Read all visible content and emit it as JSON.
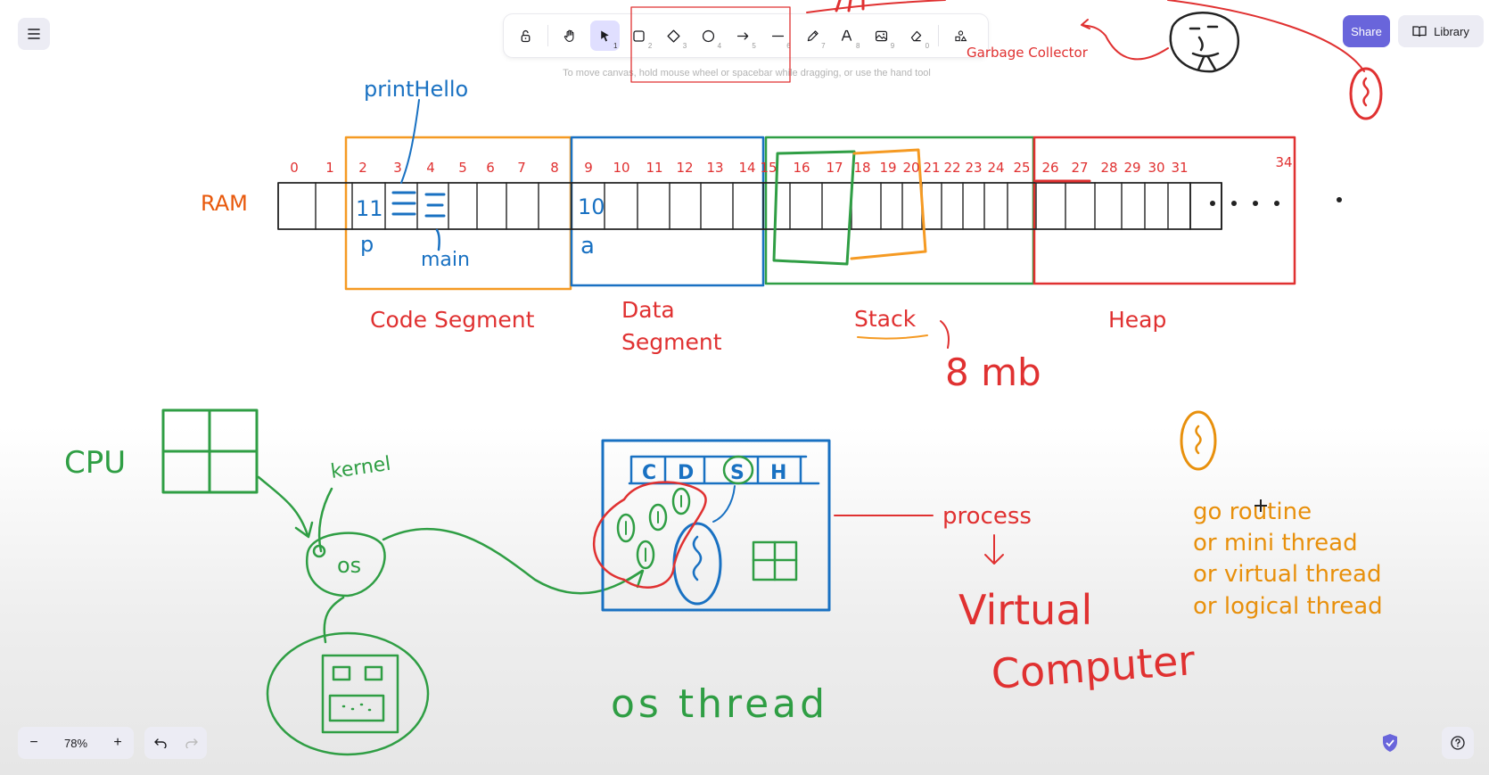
{
  "toolbar": {
    "tools": [
      {
        "name": "lock-tool",
        "num": ""
      },
      {
        "name": "hand-tool",
        "num": ""
      },
      {
        "name": "selection-tool",
        "num": "1"
      },
      {
        "name": "rectangle-tool",
        "num": "2"
      },
      {
        "name": "diamond-tool",
        "num": "3"
      },
      {
        "name": "ellipse-tool",
        "num": "4"
      },
      {
        "name": "arrow-tool",
        "num": "5"
      },
      {
        "name": "line-tool",
        "num": "6"
      },
      {
        "name": "draw-tool",
        "num": "7"
      },
      {
        "name": "text-tool",
        "num": "8"
      },
      {
        "name": "image-tool",
        "num": "9"
      },
      {
        "name": "eraser-tool",
        "num": "0"
      },
      {
        "name": "more-tools",
        "num": ""
      }
    ],
    "hint": "To move canvas, hold mouse wheel or spacebar while dragging, or use the hand tool"
  },
  "header": {
    "share_label": "Share",
    "library_label": "Library"
  },
  "footer": {
    "zoom_level": "78%",
    "zoom_out": "−",
    "zoom_in": "+"
  },
  "canvas": {
    "ram_label": "RAM",
    "cell_indices": [
      "0",
      "1",
      "2",
      "3",
      "4",
      "5",
      "6",
      "7",
      "8",
      "9",
      "10",
      "11",
      "12",
      "13",
      "14",
      "15",
      "16",
      "17",
      "18",
      "19",
      "20",
      "21",
      "22",
      "23",
      "24",
      "25",
      "26",
      "27",
      "28",
      "29",
      "30",
      "31",
      "34"
    ],
    "cell_values": {
      "p_value": "11",
      "a_value": "10"
    },
    "var_p": "p",
    "var_a": "a",
    "main_label": "main",
    "print_hello": "printHello",
    "segments": {
      "code": "Code Segment",
      "data_line1": "Data",
      "data_line2": "Segment",
      "stack": "Stack",
      "heap": "Heap"
    },
    "stack_size": "8 mb",
    "garbage_collector": "Garbage Collector",
    "cpu": "CPU",
    "kernel": "kernel",
    "os": "os",
    "process_box_letters": [
      "C",
      "D",
      "S",
      "H"
    ],
    "process": "process",
    "virtual": "Virtual",
    "computer": "Computer",
    "os_thread": "os thread",
    "goroutine_lines": [
      "go routine",
      "or mini thread",
      "or virtual thread",
      "or logical thread"
    ],
    "colors": {
      "orange": "#f59a23",
      "blue": "#1971c2",
      "green": "#2f9e44",
      "red": "#e03131",
      "coral": "#e8590c",
      "goroutine": "#e8900c"
    }
  }
}
